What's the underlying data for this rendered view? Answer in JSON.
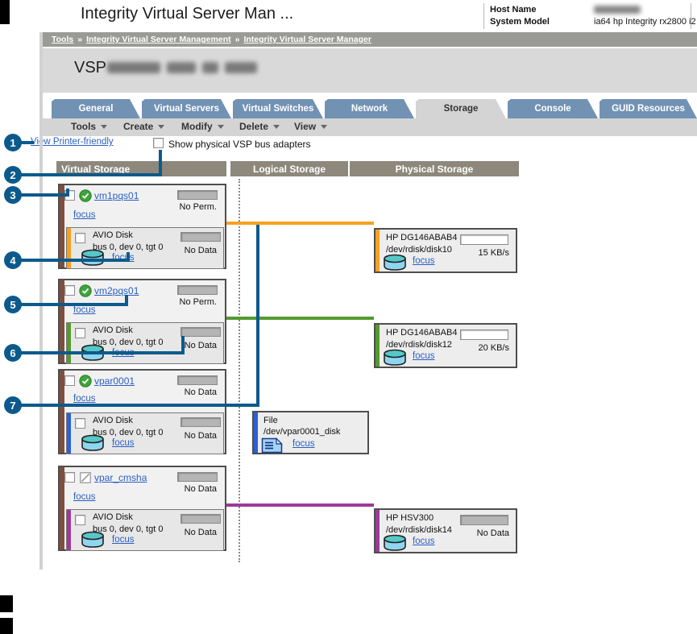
{
  "header": {
    "title": "Integrity Virtual Server Man ...",
    "host_name_label": "Host Name",
    "system_model_label": "System Model",
    "system_model_value": "ia64 hp Integrity rx2800 i2"
  },
  "breadcrumb": {
    "separator": "»",
    "items": [
      "Tools",
      "Integrity Virtual Server Management",
      "Integrity Virtual Server Manager"
    ]
  },
  "page_title": {
    "prefix": "VSP"
  },
  "tabs": [
    {
      "label": "General",
      "active": false
    },
    {
      "label": "Virtual Servers",
      "active": false
    },
    {
      "label": "Virtual Switches",
      "active": false
    },
    {
      "label": "Network",
      "active": false
    },
    {
      "label": "Storage",
      "active": true
    },
    {
      "label": "Console",
      "active": false
    },
    {
      "label": "GUID Resources",
      "active": false
    }
  ],
  "menu": [
    {
      "label": "Tools"
    },
    {
      "label": "Create"
    },
    {
      "label": "Modify"
    },
    {
      "label": "Delete"
    },
    {
      "label": "View"
    }
  ],
  "toolbar": {
    "printer_link": "View Printer-friendly",
    "show_adapters_label": "Show physical VSP bus adapters"
  },
  "columns": {
    "virtual": "Virtual Storage",
    "logical": "Logical Storage",
    "physical": "Physical Storage"
  },
  "cards": [
    {
      "name": "vm1pqs01",
      "status": "running",
      "perm": "No Perm.",
      "focus": "focus",
      "disk": {
        "type": "AVIO Disk",
        "address": "bus 0, dev 0, tgt 0",
        "status": "No Data",
        "focus": "focus"
      },
      "physical": {
        "model": "HP DG146ABAB4",
        "device": "/dev/rdisk/disk10",
        "rate": "15 KB/s",
        "focus": "focus"
      }
    },
    {
      "name": "vm2pqs01",
      "status": "running",
      "perm": "No Perm.",
      "focus": "focus",
      "disk": {
        "type": "AVIO Disk",
        "address": "bus 0, dev 0, tgt 0",
        "status": "No Data",
        "focus": "focus"
      },
      "physical": {
        "model": "HP DG146ABAB4",
        "device": "/dev/rdisk/disk12",
        "rate": "20 KB/s",
        "focus": "focus"
      }
    },
    {
      "name": "vpar0001",
      "status": "running",
      "perm": "No Data",
      "focus": "focus",
      "disk": {
        "type": "AVIO Disk",
        "address": "bus 0, dev 0, tgt 0",
        "status": "No Data",
        "focus": "focus"
      },
      "logical": {
        "type_label": "File",
        "path": "/dev/vpar0001_disk",
        "focus": "focus"
      }
    },
    {
      "name": "vpar_cmsha",
      "status": "unknown",
      "perm": "No Data",
      "focus": "focus",
      "disk": {
        "type": "AVIO Disk",
        "address": "bus 0, dev 0, tgt 0",
        "status": "No Data",
        "focus": "focus"
      },
      "physical": {
        "model": "HP HSV300",
        "device": "/dev/rdisk/disk14",
        "rate": "No Data",
        "focus": "focus"
      }
    }
  ],
  "callouts": [
    "1",
    "2",
    "3",
    "4",
    "5",
    "6",
    "7"
  ],
  "colors": {
    "tab_blue": "#7292b4",
    "active_tab_gray": "#d4d4d4",
    "column_header_bar": "#8e887c",
    "callout_blue": "#0c5a8c",
    "link_blue": "#2b5fc0",
    "server_accent_brown": "#7c4f41",
    "status_green": "#3fa33c",
    "disk_accents": {
      "vm1pqs01": "#f7a122",
      "vm2pqs01": "#559a2f",
      "vpar0001": "#2c5fd8",
      "vpar_cmsha": "#9c3a9a"
    }
  }
}
